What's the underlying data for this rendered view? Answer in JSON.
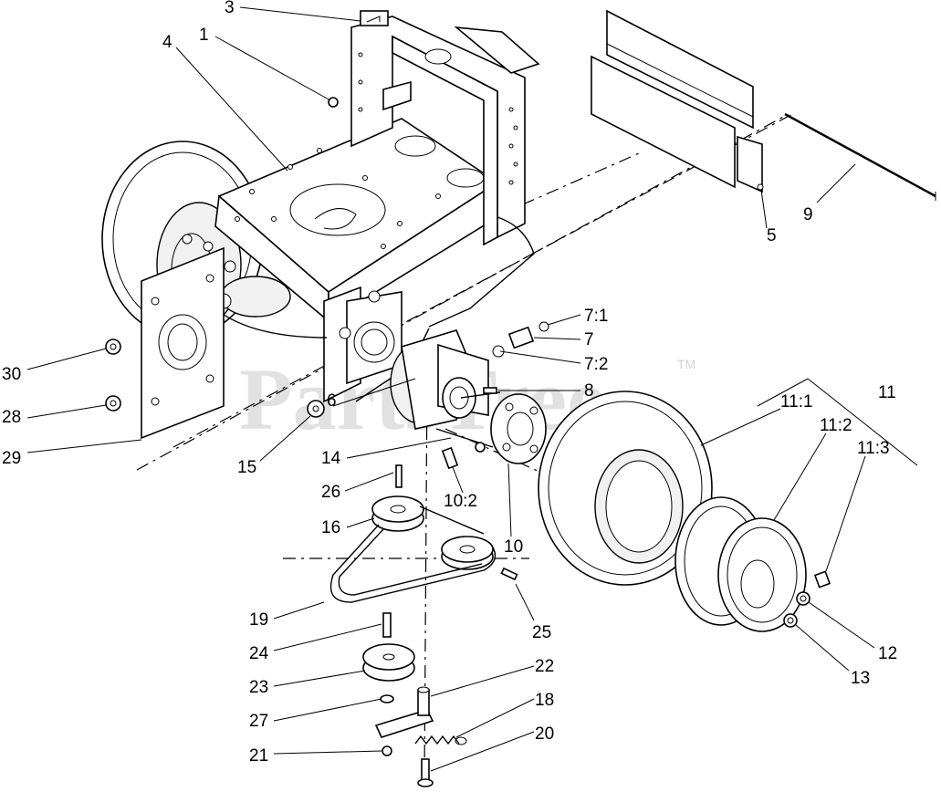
{
  "watermark": {
    "text": "PartsTree",
    "tm": "TM"
  },
  "callouts": [
    {
      "label": "1"
    },
    {
      "label": "3"
    },
    {
      "label": "4"
    },
    {
      "label": "5"
    },
    {
      "label": "9"
    },
    {
      "label": "7:1"
    },
    {
      "label": "7"
    },
    {
      "label": "7:2"
    },
    {
      "label": "8"
    },
    {
      "label": "11"
    },
    {
      "label": "11:1"
    },
    {
      "label": "11:2"
    },
    {
      "label": "11:3"
    },
    {
      "label": "30"
    },
    {
      "label": "28"
    },
    {
      "label": "29"
    },
    {
      "label": "6"
    },
    {
      "label": "15"
    },
    {
      "label": "14"
    },
    {
      "label": "10:2"
    },
    {
      "label": "10"
    },
    {
      "label": "26"
    },
    {
      "label": "16"
    },
    {
      "label": "19"
    },
    {
      "label": "25"
    },
    {
      "label": "24"
    },
    {
      "label": "23"
    },
    {
      "label": "27"
    },
    {
      "label": "21"
    },
    {
      "label": "22"
    },
    {
      "label": "18"
    },
    {
      "label": "20"
    },
    {
      "label": "12"
    },
    {
      "label": "13"
    }
  ]
}
